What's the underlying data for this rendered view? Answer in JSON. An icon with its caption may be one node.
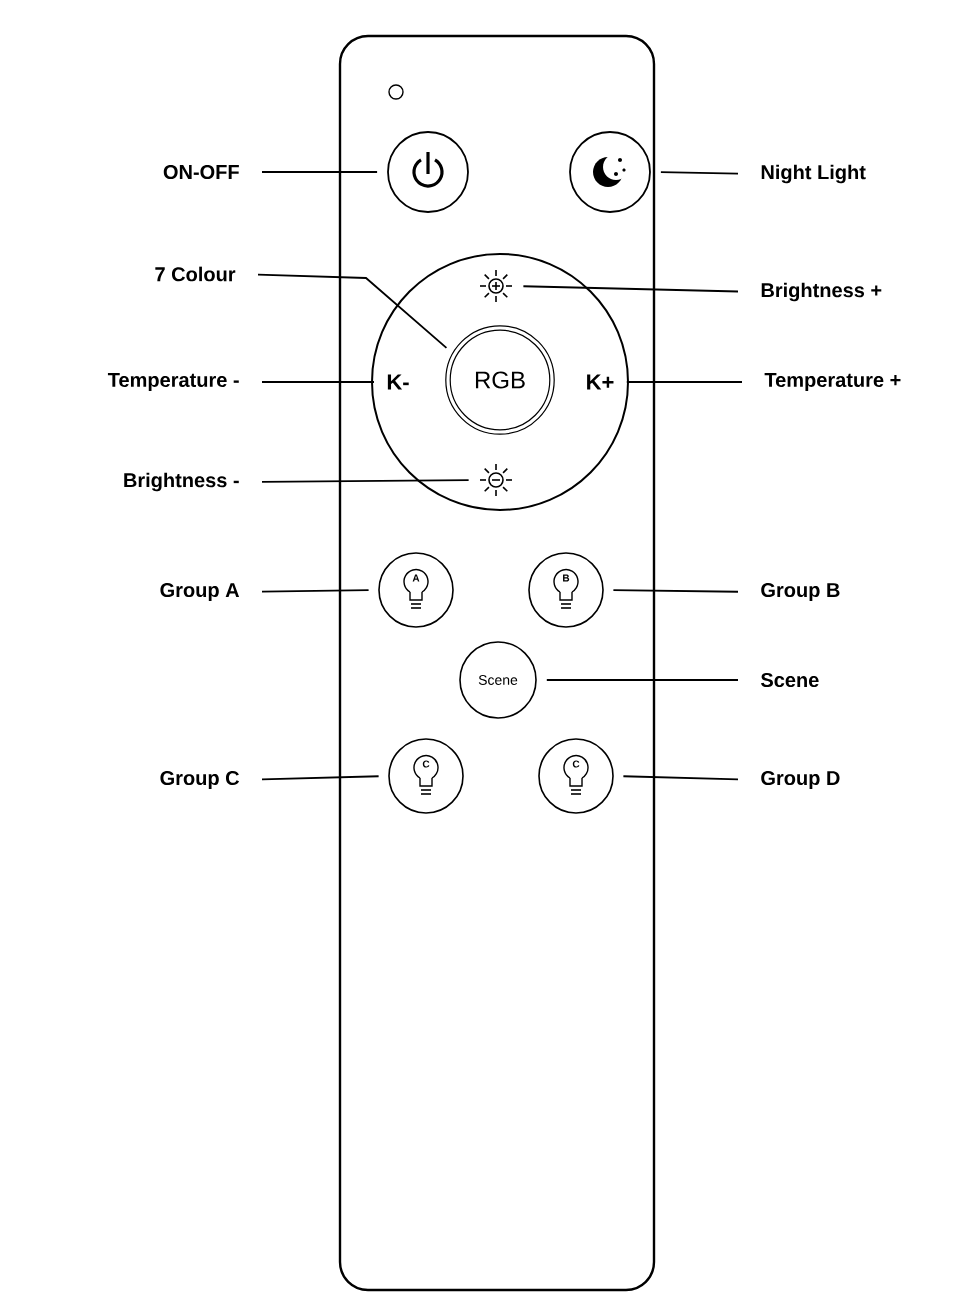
{
  "diagram": {
    "nodes": [
      {
        "text": [
          "ON-OFF"
        ]
      },
      {
        "text": [],
        "shape": "circle"
      },
      {
        "text": [
          "Night Light"
        ]
      },
      {
        "text": [],
        "shape": "circle"
      },
      {
        "text": [
          "7 Colour"
        ]
      },
      {
        "text": [
          "RGB"
        ]
      },
      {
        "text": [
          "Brightness +"
        ]
      },
      {
        "text": [],
        "shape": "sun"
      },
      {
        "text": [
          "Temperature -"
        ]
      },
      {
        "text": [
          "K-"
        ]
      },
      {
        "text": [
          "Temperature +"
        ]
      },
      {
        "text": [
          "K+"
        ]
      },
      {
        "text": [
          "Brightness -"
        ]
      },
      {
        "text": [],
        "shape": "sun"
      },
      {
        "text": [
          "Group A"
        ]
      },
      {
        "text": [
          "A"
        ]
      },
      {
        "text": [
          "Group B"
        ]
      },
      {
        "text": [
          "B"
        ]
      },
      {
        "text": [
          "Scene"
        ]
      },
      {
        "text": [
          "Scene"
        ]
      },
      {
        "text": [
          "Group C"
        ]
      },
      {
        "text": [
          "C"
        ]
      },
      {
        "text": [
          "Group D"
        ]
      },
      {
        "text": [
          "C"
        ]
      }
    ],
    "edges": [
      {
        "from": 0,
        "to": 1,
        "arrow": "none"
      },
      {
        "from": 2,
        "to": 3,
        "arrow": "none"
      },
      {
        "from": 4,
        "to": 5,
        "arrow": "none"
      },
      {
        "from": 6,
        "to": 7,
        "arrow": "none"
      },
      {
        "from": 8,
        "to": 9,
        "arrow": "none"
      },
      {
        "from": 10,
        "to": 11,
        "arrow": "none"
      },
      {
        "from": 12,
        "to": 13,
        "arrow": "none"
      },
      {
        "from": 14,
        "to": 15,
        "arrow": "none"
      },
      {
        "from": 16,
        "to": 17,
        "arrow": "none"
      },
      {
        "from": 18,
        "to": 19,
        "arrow": "none"
      },
      {
        "from": 20,
        "to": 21,
        "arrow": "none"
      },
      {
        "from": 22,
        "to": 23,
        "arrow": "none"
      }
    ]
  }
}
